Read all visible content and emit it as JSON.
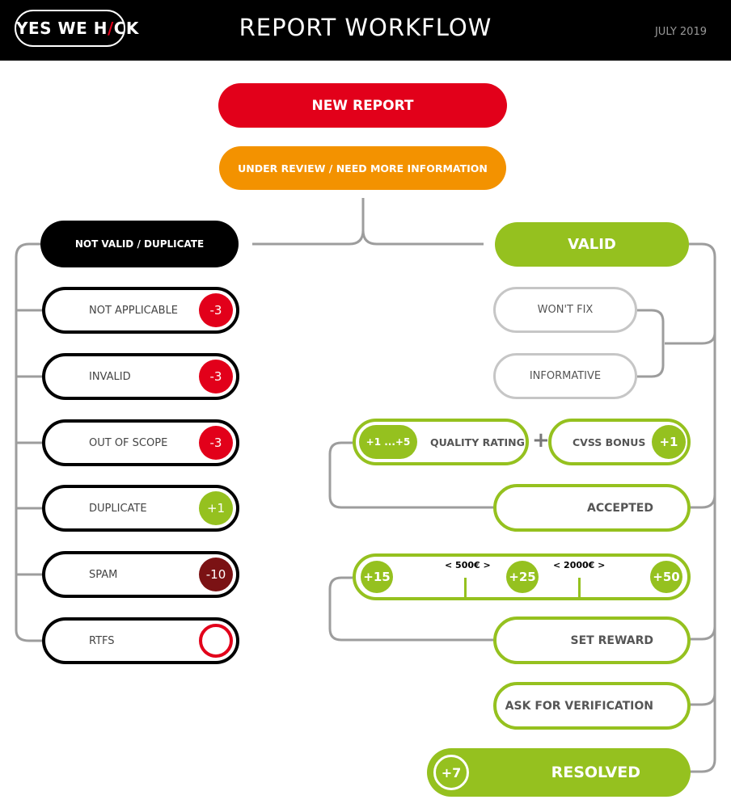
{
  "header": {
    "logo": "YES WE H/CK",
    "logo_a": "YES WE H",
    "logo_slash": "/",
    "logo_b": "CK",
    "title": "REPORT WORKFLOW",
    "date": "JULY 2019"
  },
  "flow": {
    "new_report": "NEW REPORT",
    "under_review": "UNDER REVIEW / NEED MORE INFORMATION"
  },
  "not_valid": {
    "label": "NOT VALID / DUPLICATE",
    "items": [
      {
        "label": "NOT APPLICABLE",
        "points": "-3"
      },
      {
        "label": "INVALID",
        "points": "-3"
      },
      {
        "label": "OUT OF SCOPE",
        "points": "-3"
      },
      {
        "label": "DUPLICATE",
        "points": "+1"
      },
      {
        "label": "SPAM",
        "points": "-10"
      },
      {
        "label": "RTFS",
        "points": ""
      }
    ]
  },
  "valid": {
    "label": "VALID",
    "wont_fix": "WON'T FIX",
    "informative": "INFORMATIVE",
    "quality_range": "+1 ...+5",
    "quality_rating": "QUALITY RATING",
    "plus": "+",
    "cvss_bonus": "CVSS BONUS",
    "cvss_points": "+1",
    "accepted": "ACCEPTED",
    "reward_levels": [
      "+15",
      "+25",
      "+50"
    ],
    "reward_thresholds": [
      "< 500€ >",
      "< 2000€ >"
    ],
    "set_reward": "SET REWARD",
    "ask_verification": "ASK FOR VERIFICATION",
    "resolved_points": "+7",
    "resolved": "RESOLVED"
  },
  "colors": {
    "red": "#e2001a",
    "orange": "#f39200",
    "green": "#95c11f",
    "dark_red": "#7b1214",
    "grey": "#c6c6c6",
    "line": "#9d9d9d"
  }
}
